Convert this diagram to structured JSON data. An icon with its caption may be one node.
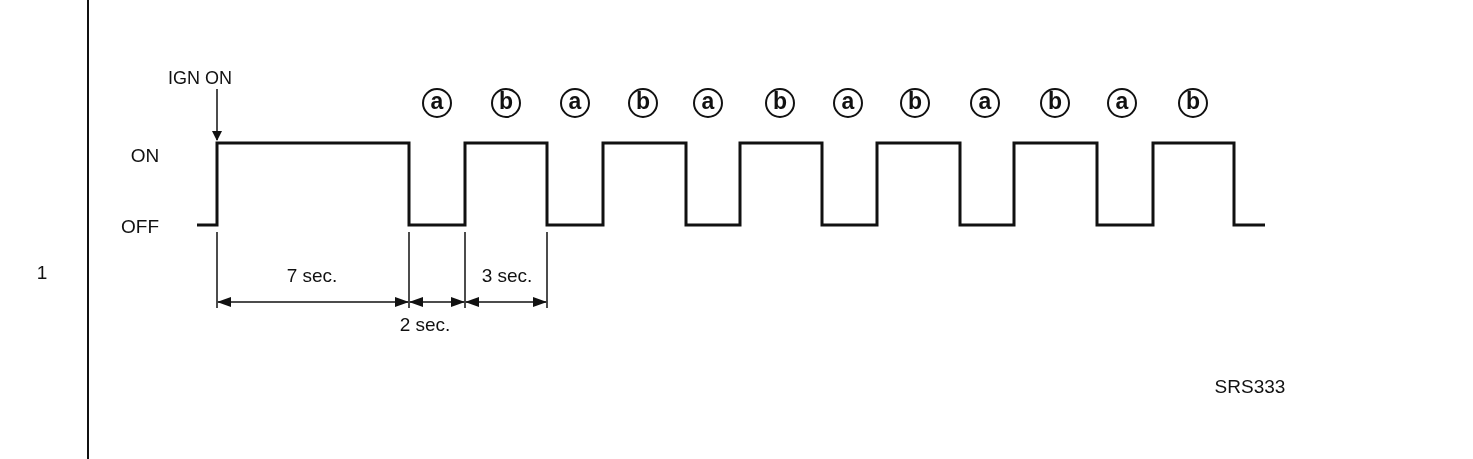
{
  "diagram": {
    "nodes": [
      {
        "text": [
          "IGN ON"
        ]
      },
      {
        "text": [],
        "shape": "line"
      }
    ],
    "edges": [
      {
        "from": 0,
        "to": 1,
        "arrow": "to"
      }
    ],
    "labels": [
      "a",
      "b",
      "a",
      "b",
      "a",
      "b",
      "a",
      "b",
      "a",
      "b",
      "a",
      "b",
      "ON",
      "OFF",
      "1",
      "7 sec.",
      "3 sec.",
      "2 sec.",
      "SRS333"
    ]
  }
}
